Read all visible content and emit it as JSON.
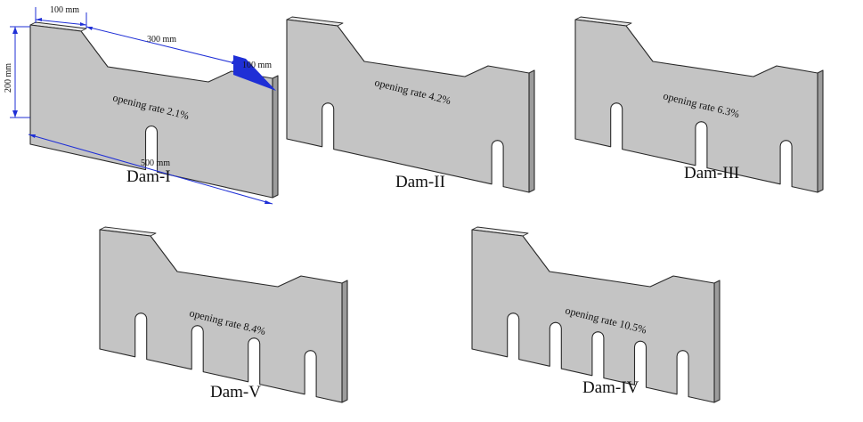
{
  "dams": [
    {
      "name": "Dam-I",
      "opening_rate": "opening rate 2.1%",
      "slots": 1
    },
    {
      "name": "Dam-II",
      "opening_rate": "opening rate 4.2%",
      "slots": 2
    },
    {
      "name": "Dam-III",
      "opening_rate": "opening rate 6.3%",
      "slots": 3
    },
    {
      "name": "Dam-V",
      "opening_rate": "opening rate 8.4%",
      "slots": 4
    },
    {
      "name": "Dam-IV",
      "opening_rate": "opening rate 10.5%",
      "slots": 5
    }
  ],
  "dimensions": {
    "top_left": "100 mm",
    "top_mid": "300 mm",
    "top_right": "100 mm",
    "height": "200 mm",
    "length": "500 mm"
  },
  "colors": {
    "plate_face": "#c4c4c4",
    "plate_edge": "#9c9c9c",
    "dimension": "#1f2fd6"
  }
}
